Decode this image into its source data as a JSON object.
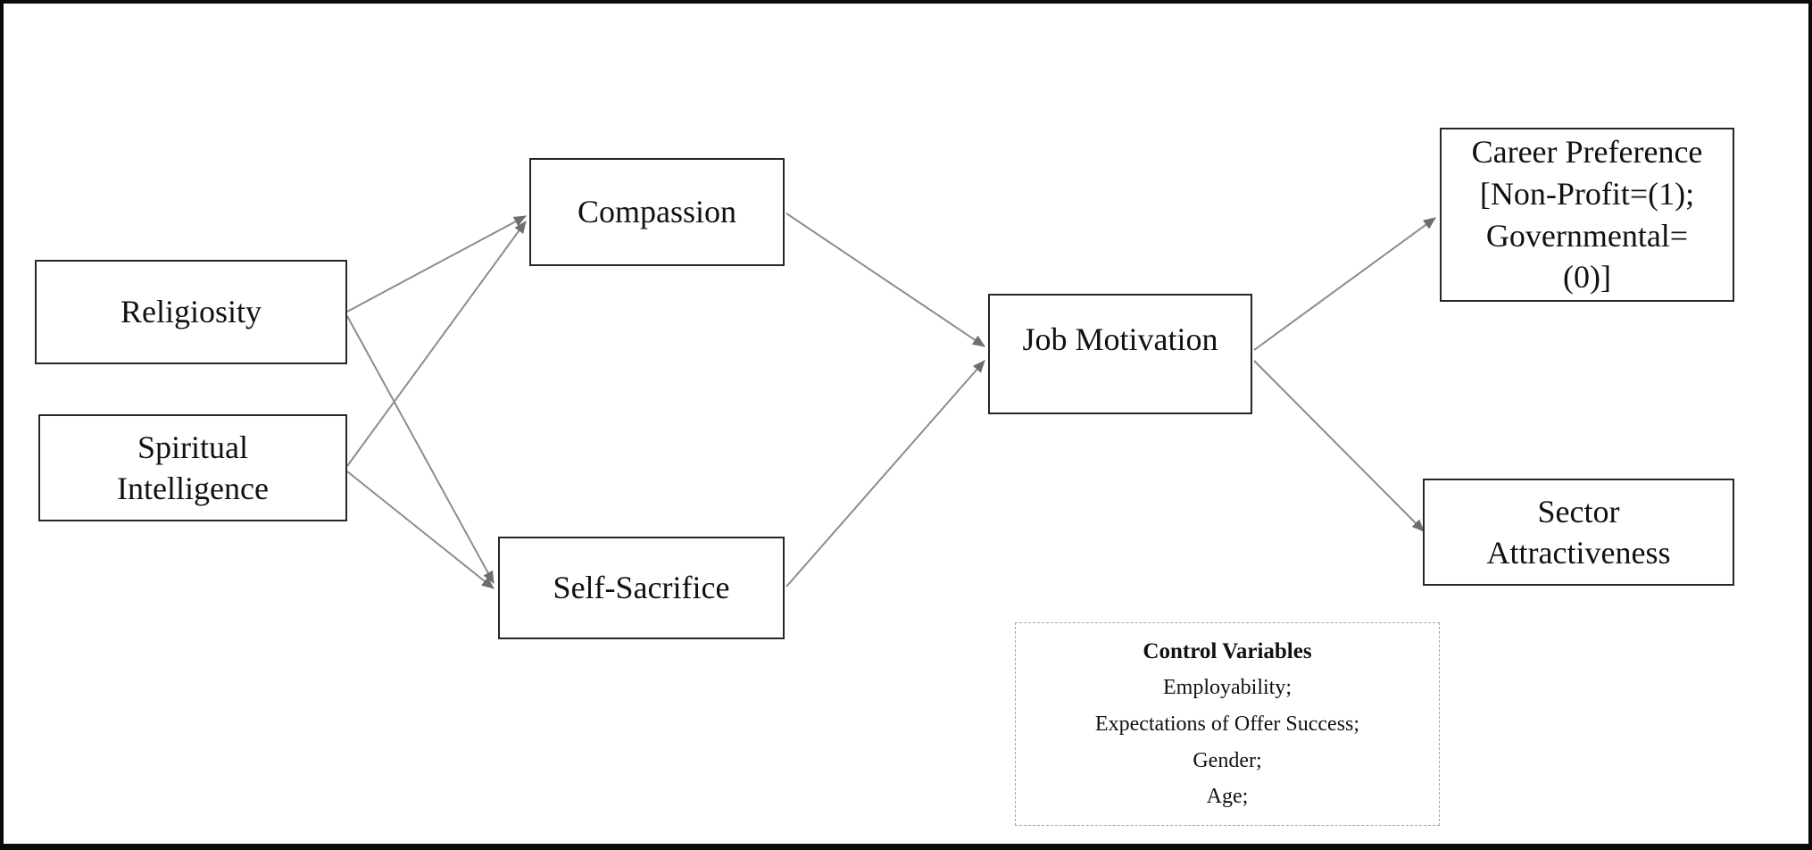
{
  "diagram": {
    "type": "conceptual-model",
    "nodes": {
      "religiosity": {
        "label": "Religiosity"
      },
      "spiritual_intelligence": {
        "label": "Spiritual Intelligence"
      },
      "compassion": {
        "label": "Compassion"
      },
      "self_sacrifice": {
        "label": "Self-Sacrifice"
      },
      "job_motivation": {
        "label": "Job Motivation"
      },
      "career_preference": {
        "lines": [
          "Career Preference",
          "[Non-Profit=(1);",
          "Governmental=",
          "(0)]"
        ]
      },
      "sector_attractiveness": {
        "label": "Sector Attractiveness"
      },
      "control_variables": {
        "title": "Control Variables",
        "items": [
          "Employability;",
          "Expectations of Offer Success;",
          "Gender;",
          "Age;"
        ]
      }
    },
    "edges": [
      {
        "from": "Religiosity",
        "to": "Compassion"
      },
      {
        "from": "Religiosity",
        "to": "Self-Sacrifice"
      },
      {
        "from": "Spiritual Intelligence",
        "to": "Compassion"
      },
      {
        "from": "Spiritual Intelligence",
        "to": "Self-Sacrifice"
      },
      {
        "from": "Compassion",
        "to": "Job Motivation"
      },
      {
        "from": "Self-Sacrifice",
        "to": "Job Motivation"
      },
      {
        "from": "Job Motivation",
        "to": "Career Preference"
      },
      {
        "from": "Job Motivation",
        "to": "Sector Attractiveness"
      }
    ],
    "colors": {
      "background": "#ffffff",
      "frame_border": "#0a0a0a",
      "box_border": "#262626",
      "arrow": "#8c8c8c"
    }
  }
}
